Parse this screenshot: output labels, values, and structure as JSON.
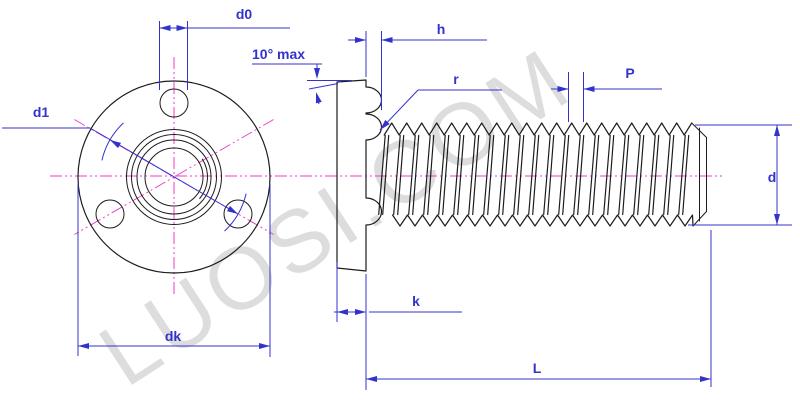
{
  "watermark": {
    "text": "LUOSI.COM"
  },
  "colors": {
    "dimension_blue": "#3333cc",
    "centerline_magenta": "#f23ac8",
    "outline_black": "#1c1c1c",
    "watermark_gray": "#999999"
  },
  "front_view": {
    "labels": {
      "d0": "d0",
      "d1": "d1",
      "dk": "dk"
    }
  },
  "side_view": {
    "labels": {
      "angle": "10° max",
      "h": "h",
      "r": "r",
      "P": "P",
      "d": "d",
      "k": "k",
      "L": "L"
    }
  }
}
